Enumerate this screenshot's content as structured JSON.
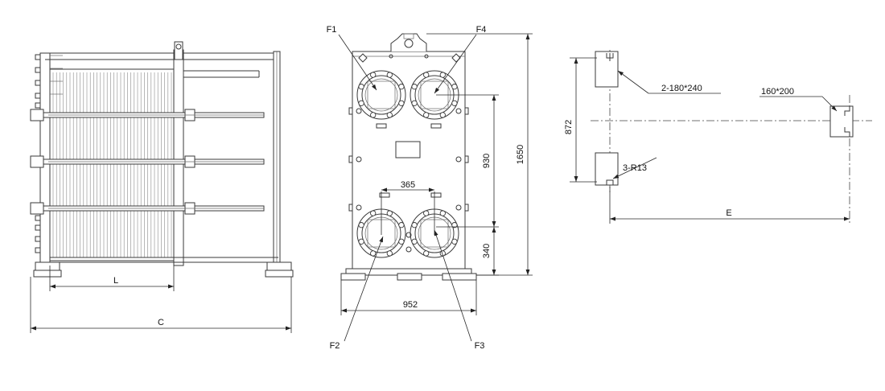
{
  "side_view": {
    "dim_L": "L",
    "dim_C": "C"
  },
  "front_view": {
    "port_F1": "F1",
    "port_F2": "F2",
    "port_F3": "F3",
    "port_F4": "F4",
    "dim_365": "365",
    "dim_930": "930",
    "dim_1650": "1650",
    "dim_340": "340",
    "dim_952": "952"
  },
  "foundation_plan": {
    "dim_872": "872",
    "dim_E": "E",
    "note_2_180x240": "2-180*240",
    "note_160x200": "160*200",
    "note_3_R13": "3-R13"
  }
}
